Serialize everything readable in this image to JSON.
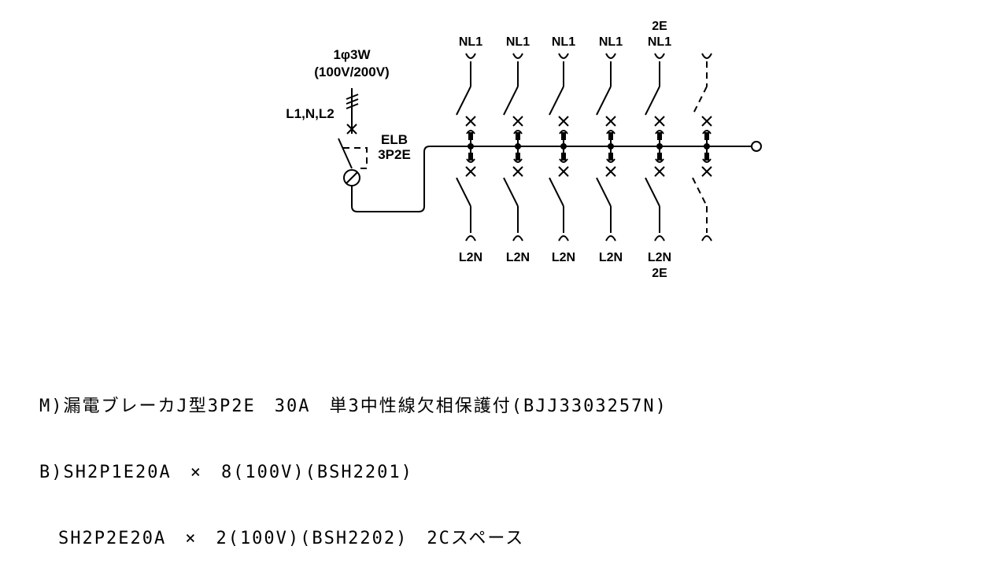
{
  "supply": {
    "phase": "1φ3W",
    "voltage": "(100V/200V)",
    "lines": "L1,N,L2"
  },
  "main_breaker": {
    "type": "ELB",
    "poles": "3P2E"
  },
  "branches": [
    {
      "top": "NL1",
      "top_extra": "",
      "bottom": "L2N",
      "bottom_extra": ""
    },
    {
      "top": "NL1",
      "top_extra": "",
      "bottom": "L2N",
      "bottom_extra": ""
    },
    {
      "top": "NL1",
      "top_extra": "",
      "bottom": "L2N",
      "bottom_extra": ""
    },
    {
      "top": "NL1",
      "top_extra": "",
      "bottom": "L2N",
      "bottom_extra": ""
    },
    {
      "top": "NL1",
      "top_extra": "2E",
      "bottom": "L2N",
      "bottom_extra": "2E"
    },
    {
      "top": "",
      "top_extra": "",
      "bottom": "",
      "bottom_extra": "",
      "spare": true
    }
  ],
  "notes": [
    "M)漏電ブレーカJ型3P2E　30A　単3中性線欠相保護付(BJJ3303257N)",
    "B)SH2P1E20A　×　8(100V)(BSH2201)",
    "　SH2P2E20A　×　2(100V)(BSH2202)　2Cスペース"
  ]
}
